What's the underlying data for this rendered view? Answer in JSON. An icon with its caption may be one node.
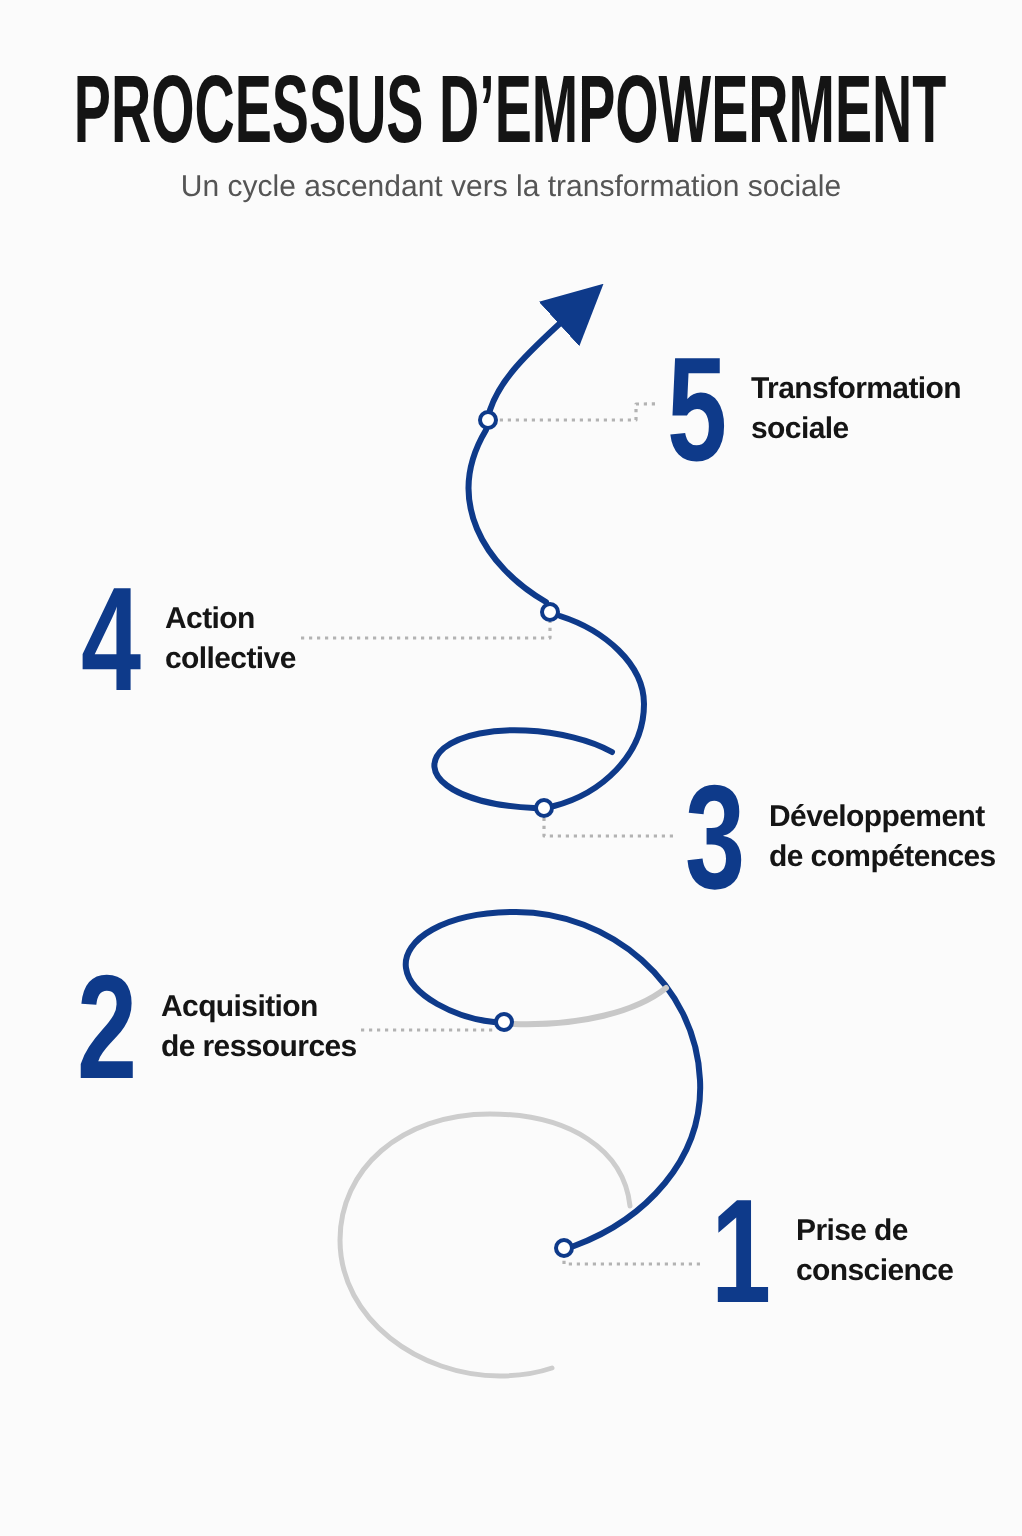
{
  "diagram": {
    "title": "PROCESSUS D’EMPOWERMENT",
    "nodes": [
      {
        "text": [
          "5",
          "Transformation sociale"
        ]
      },
      {
        "text": [
          "4",
          "Action collective"
        ]
      },
      {
        "text": [
          "3",
          "Développement de compétences"
        ]
      },
      {
        "text": [
          "2",
          "Acquisition de ressources"
        ]
      },
      {
        "text": [
          "1",
          "Prise de conscience"
        ]
      },
      {
        "text": [],
        "shape": "circle"
      },
      {
        "text": [],
        "shape": "circle"
      },
      {
        "text": [],
        "shape": "circle"
      },
      {
        "text": [],
        "shape": "circle"
      },
      {
        "text": [],
        "shape": "circle"
      }
    ],
    "edges": [
      {
        "from": 0,
        "to": 5,
        "arrow": "none",
        "style": "dashed",
        "color": "#b3b3b3"
      },
      {
        "from": 1,
        "to": 6,
        "arrow": "none",
        "style": "dashed",
        "color": "#b3b3b3"
      },
      {
        "from": 2,
        "to": 7,
        "arrow": "none",
        "style": "dashed",
        "color": "#b3b3b3"
      },
      {
        "from": 3,
        "to": 8,
        "arrow": "none",
        "style": "dashed",
        "color": "#b3b3b3"
      },
      {
        "from": 4,
        "to": 9,
        "arrow": "none",
        "style": "dashed",
        "color": "#b3b3b3"
      },
      {
        "from": 9,
        "to": 8,
        "arrow": "none",
        "color": "#0e3a8a"
      },
      {
        "from": 8,
        "to": null,
        "arrow": "none",
        "color": "#c8c8c8"
      },
      {
        "from": null,
        "to": 7,
        "arrow": "none",
        "color": "#0e3a8a"
      },
      {
        "from": 7,
        "to": 6,
        "arrow": "none",
        "color": "#0e3a8a"
      },
      {
        "from": 6,
        "to": 5,
        "arrow": "none",
        "color": "#0e3a8a"
      },
      {
        "from": 5,
        "to": null,
        "arrow": "to",
        "color": "#0e3a8a"
      }
    ],
    "labels": [
      "Un cycle ascendant vers la transformation sociale"
    ]
  }
}
